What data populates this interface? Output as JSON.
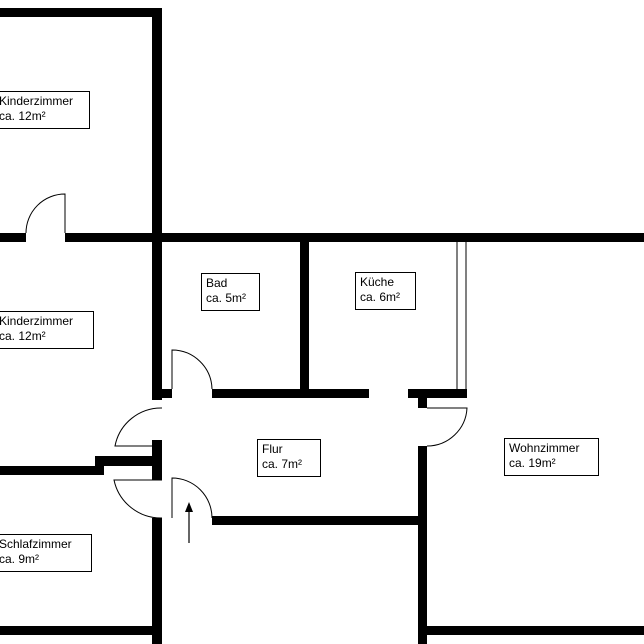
{
  "colors": {
    "wall": "#000000",
    "door_line": "#000000",
    "background": "#ffffff"
  },
  "rooms": [
    {
      "id": "kinderzimmer-1",
      "name": "Kinderzimmer",
      "area": "ca. 12m²"
    },
    {
      "id": "kinderzimmer-2",
      "name": "Kinderzimmer",
      "area": "ca. 12m²"
    },
    {
      "id": "schlafzimmer",
      "name": "Schlafzimmer",
      "area": "ca. 9m²"
    },
    {
      "id": "bad",
      "name": "Bad",
      "area": "ca. 5m²"
    },
    {
      "id": "kueche",
      "name": "Küche",
      "area": "ca. 6m²"
    },
    {
      "id": "flur",
      "name": "Flur",
      "area": "ca. 7m²"
    },
    {
      "id": "wohnzimmer",
      "name": "Wohnzimmer",
      "area": "ca. 19m²"
    }
  ],
  "icons": {
    "entrance": "up-arrow-icon"
  }
}
